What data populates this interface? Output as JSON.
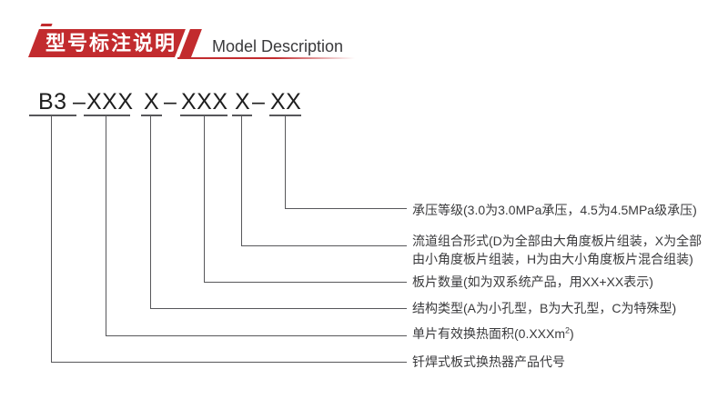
{
  "header": {
    "title_cn": "型号标注说明",
    "title_en": "Model Description"
  },
  "model_code": {
    "segments": [
      "B3",
      "–",
      "XXX",
      "X",
      "–",
      "XXX",
      "X",
      "–",
      "XX"
    ]
  },
  "annotations": [
    {
      "text": "承压等级(3.0为3.0MPa承压，4.5为4.5MPa级承压)"
    },
    {
      "line1": "流道组合形式(D为全部由大角度板片组装，X为全部",
      "line2": "由小角度板片组装，H为由大小角度板片混合组装)"
    },
    {
      "text": "板片数量(如为双系统产品，用XX+XX表示)"
    },
    {
      "text": "结构类型(A为小孔型，B为大孔型，C为特殊型)"
    },
    {
      "prefix": "单片有效换热面积(0.XXXm",
      "sup": "2",
      "suffix": ")"
    },
    {
      "text": "钎焊式板式换热器产品代号"
    }
  ],
  "colors": {
    "accent_red": "#c22b2e",
    "line_gray": "#57575a",
    "text_dark": "#3a3a3c",
    "title_gray": "#3a3a3c"
  }
}
